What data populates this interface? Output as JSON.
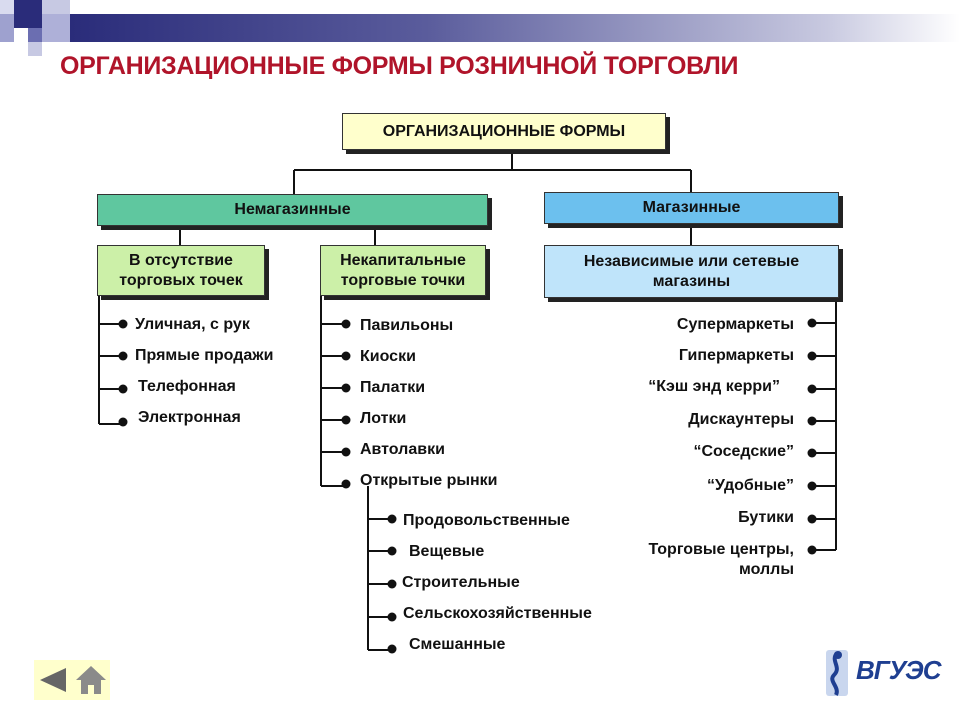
{
  "title": "ОРГАНИЗАЦИОННЫЕ ФОРМЫ РОЗНИЧНОЙ ТОРГОВЛИ",
  "root": "ОРГАНИЗАЦИОННЫЕ ФОРМЫ",
  "nonstore": {
    "label": "Немагазинные",
    "sub1": {
      "label": "В отсутствие\nторговых точек",
      "items": [
        "Уличная, с рук",
        "Прямые продажи",
        "Телефонная",
        "Электронная"
      ]
    },
    "sub2": {
      "label": "Некапитальные\nторговые точки",
      "items": [
        "Павильоны",
        "Киоски",
        "Палатки",
        "Лотки",
        "Автолавки",
        "Открытые рынки"
      ],
      "markets": [
        "Продовольственные",
        "Вещевые",
        "Строительные",
        "Сельскохозяйственные",
        "Смешанные"
      ]
    }
  },
  "stores": {
    "label": "Магазинные",
    "sub": {
      "label": "Независимые или сетевые\nмагазины",
      "items": [
        "Супермаркеты",
        "Гипермаркеты",
        "“Кэш энд керри”",
        "Дискаунтеры",
        "“Соседские”",
        "“Удобные”",
        "Бутики",
        "Торговые центры,\nмоллы"
      ]
    }
  },
  "logo_text": "ВГУЭС",
  "colors": {
    "title": "#b0142a",
    "root_fill": "#ffffcc",
    "nonstore_fill": "#5fc79f",
    "sub_fill": "#ccf0a8",
    "stores_fill": "#6cc0ee",
    "stores_sub_fill": "#bfe4fa"
  },
  "icons": [
    "back-arrow-icon",
    "home-icon"
  ]
}
